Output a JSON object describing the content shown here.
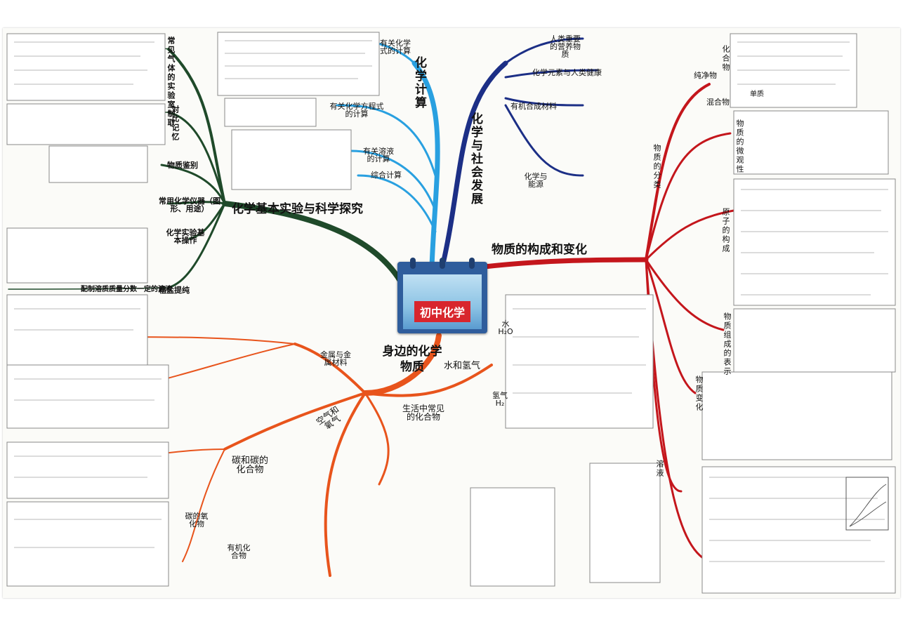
{
  "center": {
    "title": "初中化学"
  },
  "branches": {
    "experiment": "化学基本实验与科学探究",
    "calculation": "化学计算",
    "society": "化学与社会发展",
    "structure": "物质的构成和变化",
    "materials": "身边的化学物质"
  },
  "sub": {
    "gas_prep": "常见气体的实验室制取",
    "compare_memory": "对比记忆",
    "identify": "物质鉴别",
    "instruments": "常用化学仪器（图形、用途）",
    "basic_ops": "化学实验基本操作",
    "solution_prep": "配制溶质质量分数一定的溶液",
    "crude_salt": "粗盐提纯",
    "calc_formula": "有关化学式的计算",
    "calc_equation": "有关化学方程式的计算",
    "calc_solution": "有关溶液的计算",
    "calc_integrated": "综合计算",
    "nutrients": "人类重要的营养物质",
    "elements_health": "化学元素与人类健康",
    "organic": "有机合成材料",
    "energy": "化学与能源",
    "purity": "纯净物",
    "compound": "化合物",
    "simple": "单质",
    "mixture": "混合物",
    "classification": "物质的分类",
    "micro": "物质的微观性",
    "atom": "原子的构成",
    "composition": "物质组成的表示",
    "change": "物质变化",
    "solution": "溶液",
    "water": "水 H₂O",
    "hydrogen": "氢气 H₂",
    "water_hydrogen": "水和氢气",
    "metals": "金属与金属材料",
    "carbon": "碳和碳的化合物",
    "air": "空气和氧气",
    "daily": "生活中常见的化合物",
    "organic_compounds": "有机化合物",
    "carbon_oxides": "碳的氧化物"
  },
  "colors": {
    "experiment": "#1f4a2a",
    "calculation": "#29a0e0",
    "society": "#1c2f86",
    "structure": "#c4161c",
    "materials": "#e8541c"
  }
}
